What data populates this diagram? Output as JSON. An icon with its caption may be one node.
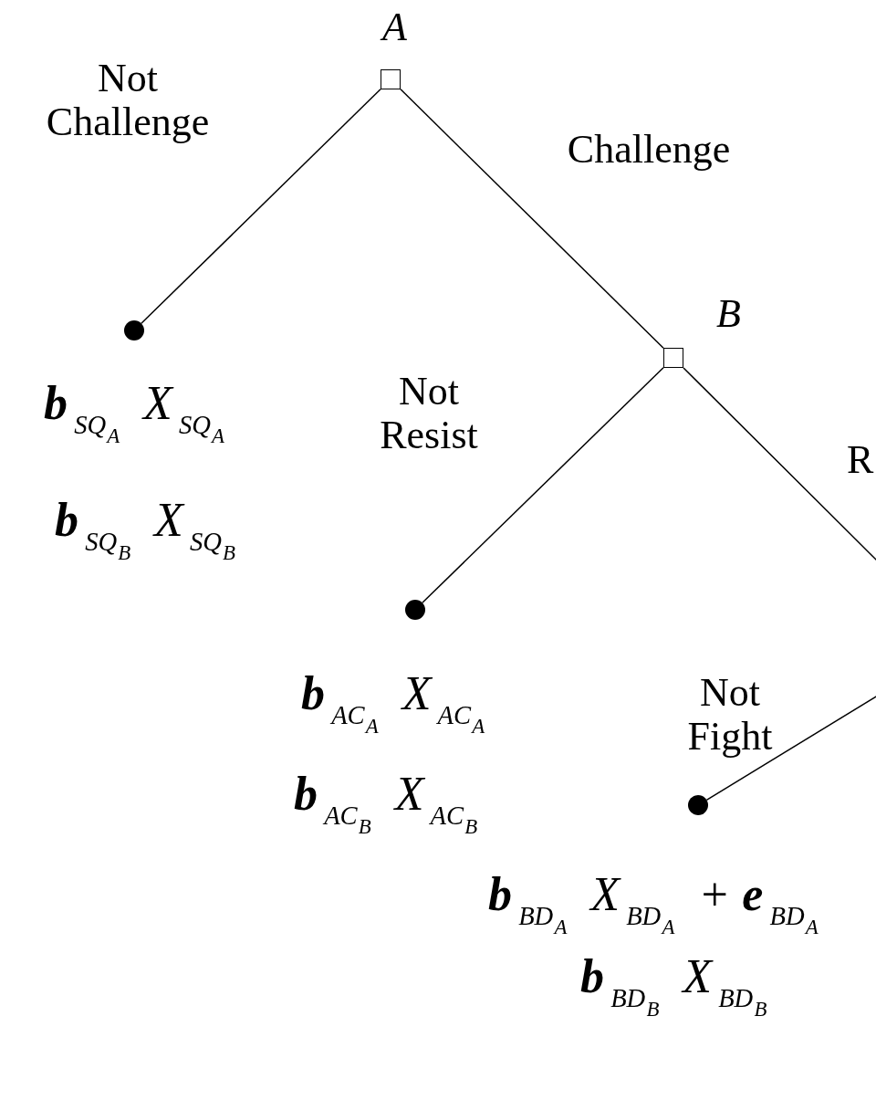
{
  "diagram": {
    "nodes": [
      {
        "text": [
          "A"
        ]
      },
      {
        "text": [],
        "shape": "circle",
        "beside": [
          "**b**$_{SQ}$$_{A}$ X$_{SQ}$$_{A}$",
          "**b**$_{SQ}$$_{B}$ X$_{SQ}$$_{B}$"
        ]
      },
      {
        "text": [
          "B"
        ]
      },
      {
        "text": [],
        "shape": "circle",
        "beside": [
          "**b**$_{AC}$$_{A}$ X$_{AC}$$_{A}$",
          "**b**$_{AC}$$_{B}$ X$_{AC}$$_{B}$"
        ]
      },
      {
        "text": [],
        "shape": "circle",
        "beside": [
          "**b**$_{BD}$$_{A}$ X$_{BD}$$_{A}$ + **e**$_{BD}$$_{A}$",
          "**b**$_{BD}$$_{B}$ X$_{BD}$$_{B}$"
        ]
      }
    ],
    "edges": [
      {
        "from": 0,
        "to": 1,
        "arrow": "none",
        "label": "Not Challenge"
      },
      {
        "from": 0,
        "to": 2,
        "arrow": "none",
        "label": "Challenge"
      },
      {
        "from": 2,
        "to": 3,
        "arrow": "none",
        "label": "Not Resist"
      },
      {
        "from": 2,
        "to": null,
        "arrow": "none",
        "label": "R"
      },
      {
        "from": null,
        "to": 4,
        "arrow": "none",
        "label": "Not Fight"
      }
    ]
  }
}
